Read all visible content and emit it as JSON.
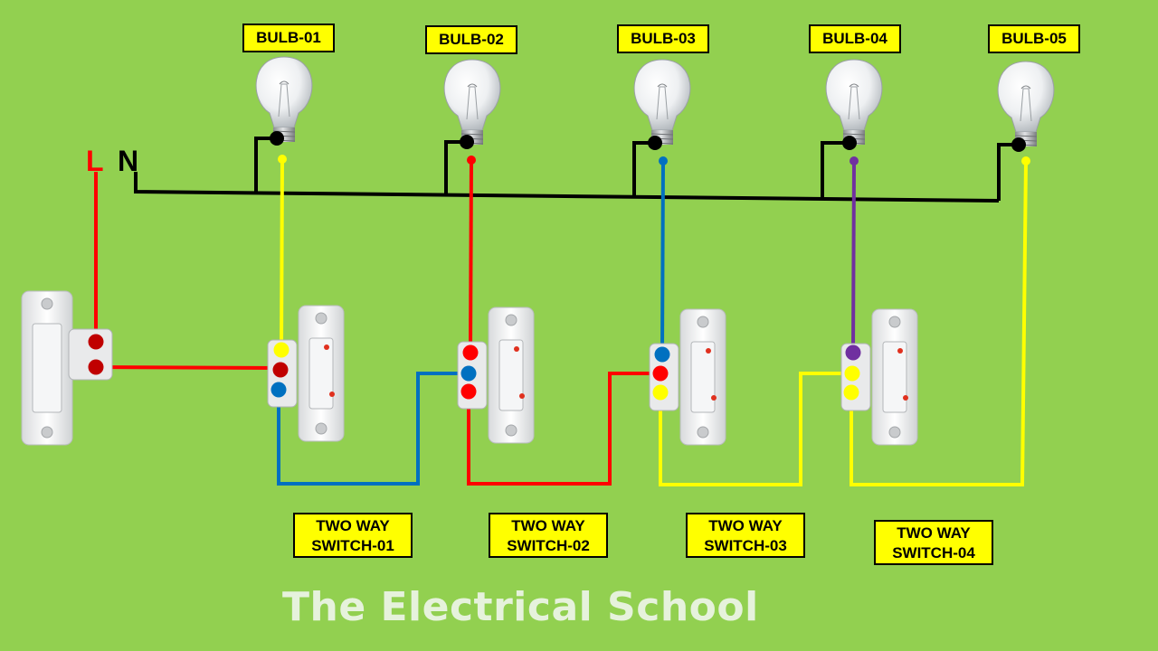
{
  "diagram": {
    "supply": {
      "live_label": "L",
      "neutral_label": "N"
    },
    "bulbs": [
      {
        "label": "BULB-01",
        "lead_color": "#ffff00"
      },
      {
        "label": "BULB-02",
        "lead_color": "#ff0000"
      },
      {
        "label": "BULB-03",
        "lead_color": "#0070c0"
      },
      {
        "label": "BULB-04",
        "lead_color": "#7030a0"
      },
      {
        "label": "BULB-05",
        "lead_color": "#ffff00"
      }
    ],
    "switches": [
      {
        "label_line1": "TWO WAY",
        "label_line2": "SWITCH-01"
      },
      {
        "label_line1": "TWO WAY",
        "label_line2": "SWITCH-02"
      },
      {
        "label_line1": "TWO WAY",
        "label_line2": "SWITCH-03"
      },
      {
        "label_line1": "TWO WAY",
        "label_line2": "SWITCH-04"
      }
    ],
    "brand": "The Electrical School",
    "colors": {
      "background": "#92d050",
      "label_fill": "#ffff00",
      "live": "#ff0000",
      "neutral": "#000000",
      "blue": "#0070c0",
      "purple": "#7030a0",
      "yellow": "#ffff00",
      "terminal_red": "#c00000"
    }
  }
}
